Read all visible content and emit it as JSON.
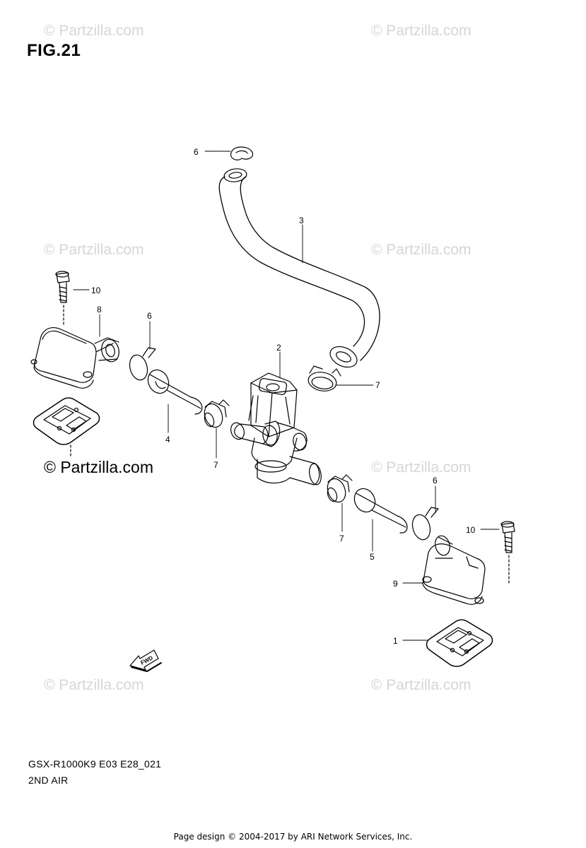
{
  "figure": {
    "title": "FIG.21"
  },
  "watermark": {
    "text": "© Partzilla.com",
    "text_dark": "© Partzilla.com"
  },
  "callouts": {
    "c1": "1",
    "c2": "2",
    "c3": "3",
    "c4": "4",
    "c5": "5",
    "c6a": "6",
    "c6b": "6",
    "c6c": "6",
    "c7a": "7",
    "c7b": "7",
    "c7c": "7",
    "c8": "8",
    "c9": "9",
    "c10a": "10",
    "c10b": "10"
  },
  "fwd_label": "FWD",
  "model": {
    "code": "GSX-R1000K9 E03 E28_021",
    "name": "2ND AIR"
  },
  "footer": {
    "text": "Page design © 2004-2017 by ARI Network Services, Inc."
  }
}
